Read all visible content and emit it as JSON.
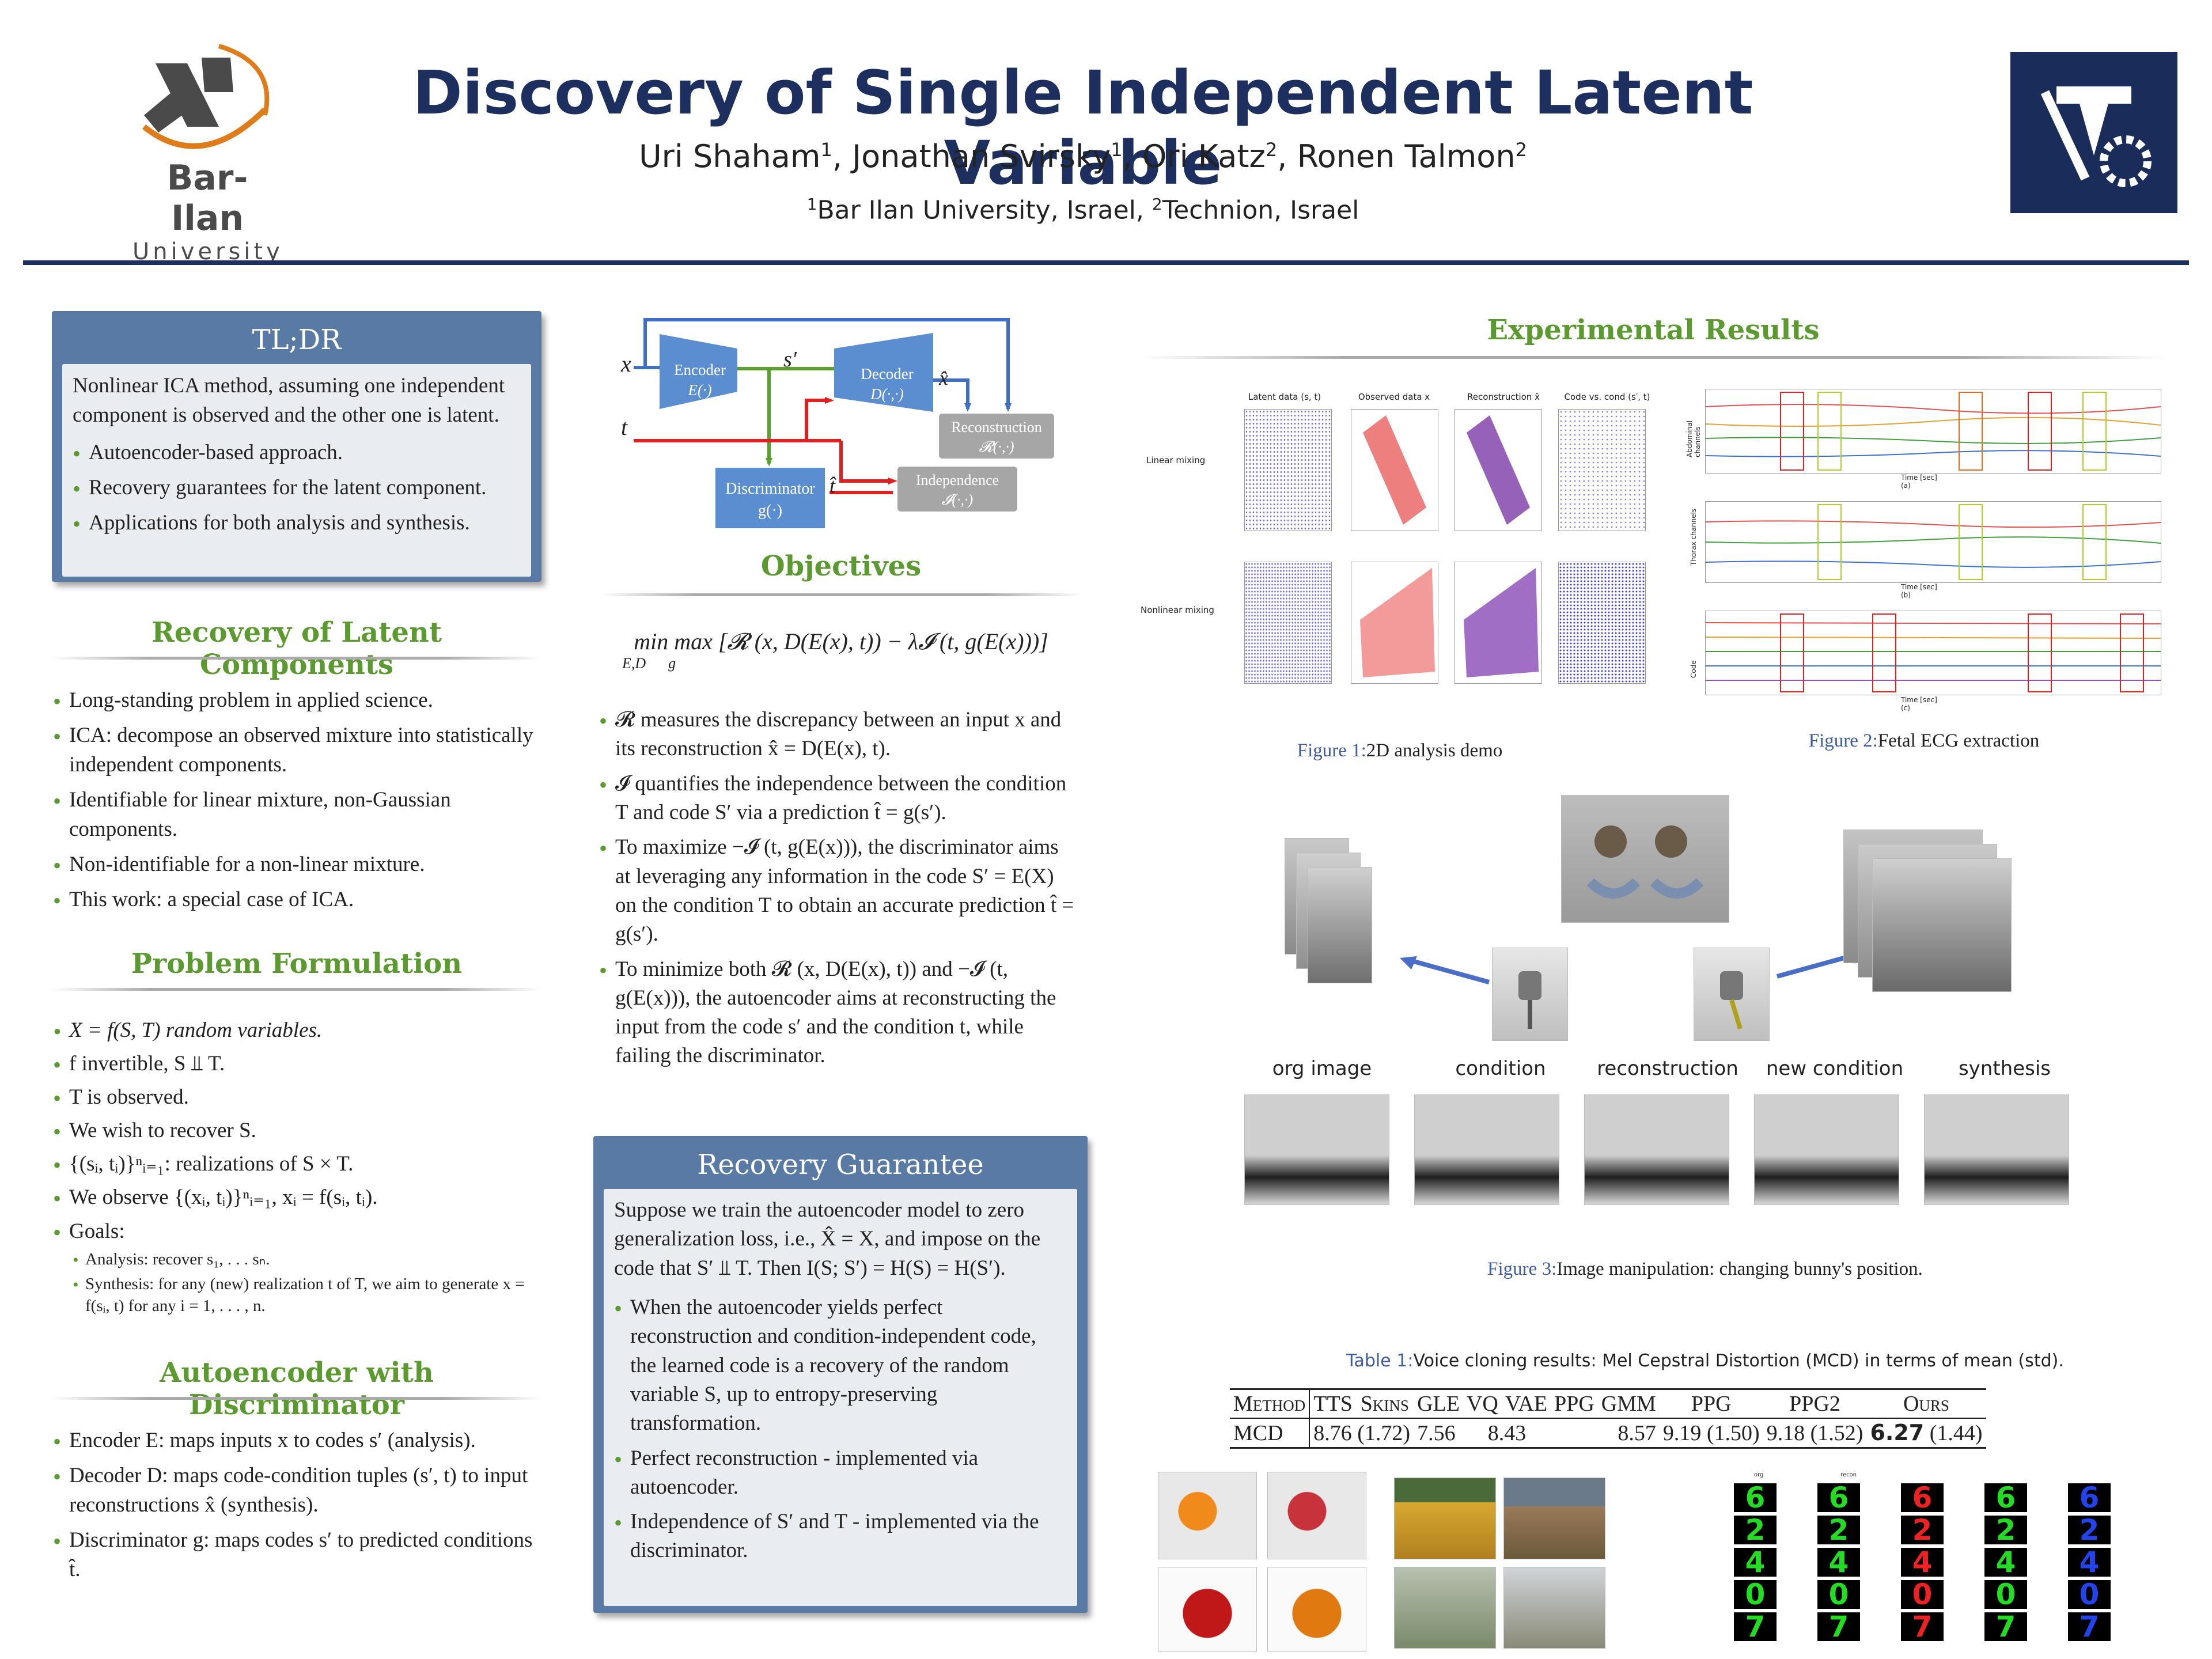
{
  "header": {
    "title": "Discovery of Single Independent Latent Variable",
    "authors": [
      {
        "name": "Uri Shaham",
        "aff": "1"
      },
      {
        "name": "Jonathan Svirsky",
        "aff": "1"
      },
      {
        "name": "Ori Katz",
        "aff": "2"
      },
      {
        "name": "Ronen Talmon",
        "aff": "2"
      }
    ],
    "affiliations": [
      {
        "num": "1",
        "name": "Bar Ilan University, Israel,"
      },
      {
        "num": "2",
        "name": "Technion, Israel"
      }
    ],
    "logo_left": {
      "line1": "Bar-Ilan",
      "line2": "University"
    },
    "logo_right": {
      "alt": "technion-logo"
    }
  },
  "tldr": {
    "title": "TL;DR",
    "intro": "Nonlinear ICA method, assuming one independent component is observed and the other one is latent.",
    "bullets": [
      "Autoencoder-based approach.",
      "Recovery guarantees for the latent component.",
      "Applications for both analysis and synthesis."
    ]
  },
  "recovery": {
    "title": "Recovery of Latent Components",
    "bullets": [
      "Long-standing problem in applied science.",
      "ICA: decompose an observed mixture into statistically independent components.",
      "Identifiable for linear mixture, non-Gaussian components.",
      "Non-identifiable for a non-linear mixture.",
      "This work: a special case of ICA."
    ]
  },
  "problem": {
    "title": "Problem Formulation",
    "bullets": [
      "X = f(S, T) random variables.",
      "f invertible, S ⫫ T.",
      "T is observed.",
      "We wish to recover S.",
      "{(sᵢ, tᵢ)}ⁿᵢ₌₁: realizations of S × T.",
      "We observe {(xᵢ, tᵢ)}ⁿᵢ₌₁, xᵢ = f(sᵢ, tᵢ).",
      "Goals:"
    ],
    "goals": [
      "Analysis: recover s₁, . . . sₙ.",
      "Synthesis: for any (new) realization t of T, we aim to generate x = f(sᵢ, t) for any i = 1, . . . , n."
    ]
  },
  "autoenc": {
    "title": "Autoencoder with Discriminator",
    "bullets": [
      "Encoder E: maps inputs x to codes s′ (analysis).",
      "Decoder D: maps code-condition tuples (s′, t) to input reconstructions x̂ (synthesis).",
      "Discriminator g: maps codes s′ to predicted conditions t̂."
    ]
  },
  "diagram": {
    "x": "x",
    "t": "t",
    "s_prime": "s′",
    "x_hat": "x̂",
    "t_hat": "t̂",
    "encoder": "Encoder",
    "encoder_sym": "E(·)",
    "decoder": "Decoder",
    "decoder_sym": "D(·,·)",
    "reconstruction": "Reconstruction",
    "reconstruction_sym": "𝓡(·,·)",
    "discriminator": "Discriminator",
    "discriminator_sym": "g(·)",
    "independence": "Independence",
    "independence_sym": "𝓘(·,·)",
    "colors": {
      "blue": "#3f6fc4",
      "red": "#e02020",
      "green": "#5aa02c",
      "box": "#5b8ed0",
      "gray": "#a6a6a6"
    }
  },
  "objectives": {
    "title": "Objectives",
    "formula": "min max [𝓡 (x, D(E(x), t)) − λ𝓘 (t, g(E(x)))]",
    "formula_sub": "E,D      g",
    "bullets": [
      "𝓡 measures the discrepancy between an input x and its reconstruction x̂ = D(E(x), t).",
      "𝓘 quantifies the independence between the condition T and code S′ via a prediction t̂ = g(s′).",
      "To maximize −𝓘 (t, g(E(x))), the discriminator aims at leveraging any information in the code S′ = E(X) on the condition T to obtain an accurate prediction t̂ = g(s′).",
      "To minimize both 𝓡 (x, D(E(x), t)) and −𝓘 (t, g(E(x))), the autoencoder aims at reconstructing the input from the code s′ and the condition t, while failing the discriminator."
    ]
  },
  "guarantee": {
    "title": "Recovery Guarantee",
    "intro": "Suppose we train the autoencoder model to zero generalization loss, i.e., X̂ = X, and impose on the code that S′ ⫫ T. Then I(S; S′) = H(S) = H(S′).",
    "bullets": [
      "When the autoencoder yields perfect reconstruction and condition-independent code, the learned code is a recovery of the random variable S, up to entropy-preserving transformation.",
      "Perfect reconstruction - implemented via autoencoder.",
      "Independence of S′ and T - implemented via the discriminator."
    ]
  },
  "results": {
    "title": "Experimental Results",
    "fig1": {
      "label": "Figure 1:",
      "caption": "2D analysis demo",
      "col_titles": [
        "Latent data (s, t)",
        "Observed data x",
        "Reconstruction x̂",
        "Code vs. cond (s′, t)"
      ],
      "row_labels": [
        "Linear mixing",
        "Nonlinear mixing"
      ]
    },
    "fig2": {
      "label": "Figure 2:",
      "caption": "Fetal ECG extraction",
      "sub": [
        "(a)",
        "(b)",
        "(c)"
      ],
      "xlabel": "Time [sec]",
      "ylabels": [
        "Abdominal channels",
        "Thorax channels",
        "Code"
      ]
    },
    "fig3": {
      "label": "Figure 3:",
      "caption": "Image manipulation: changing bunny's position.",
      "labels": [
        "org image",
        "condition",
        "reconstruction",
        "new condition",
        "synthesis"
      ]
    },
    "table1": {
      "label": "Table 1:",
      "caption": "Voice cloning results: Mel Cepstral Distortion (MCD) in terms of mean (std).",
      "headers": [
        "Method",
        "TTS",
        "Skins",
        "GLE",
        "VQ",
        "VAE",
        "PPG",
        "GMM",
        "PPG",
        "PPG2",
        "Ours"
      ],
      "row_label": "MCD",
      "values": [
        "8.76 (1.72)",
        "7.56",
        "8.43",
        "8.57",
        "9.19 (1.50)",
        "9.18 (1.52)"
      ],
      "best_value": "6.27",
      "best_std": "(1.44)"
    },
    "mnist": {
      "headers": [
        "org",
        "recon"
      ],
      "digits": [
        "6",
        "2",
        "4",
        "0",
        "7"
      ]
    }
  }
}
